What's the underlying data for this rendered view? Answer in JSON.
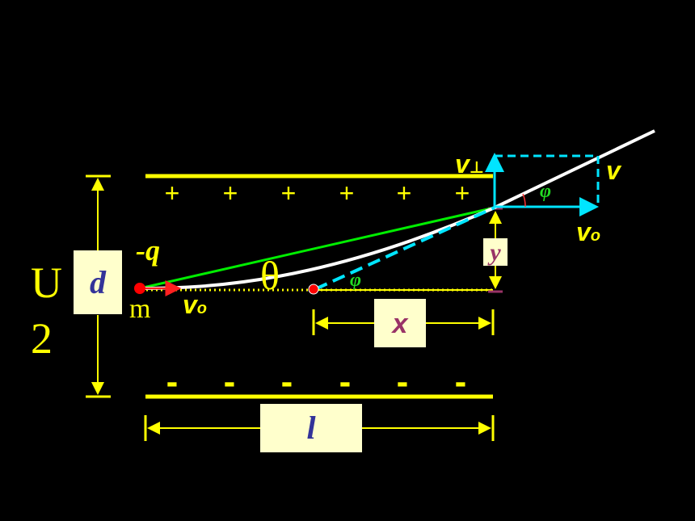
{
  "labels": {
    "plate_charge_top": "+",
    "plate_charge_bottom": "-",
    "voltage": "U",
    "voltage_sub": "2",
    "plate_gap": "d",
    "charge": "-q",
    "mass": "m",
    "initial_velocity": "v",
    "initial_velocity_sub": "o",
    "velocity_perp": "v",
    "velocity_perp_sub": "⊥",
    "velocity": "v",
    "velocity_x": "v",
    "velocity_x_sub": "o",
    "angle_theta": "θ",
    "angle_phi": "φ",
    "deflection_y": "y",
    "distance_x": "x",
    "plate_length": "l"
  },
  "colors": {
    "background": "#000000",
    "plates": "#ffff00",
    "trajectory": "#ffffff",
    "chord_line": "#00ee00",
    "tangent_line": "#00e5ff",
    "velocity_box": "#00e5ff",
    "label_box": "#ffffcc",
    "label_box_text": "#333399",
    "x_label_text": "#993366",
    "angle_phi": "#22dd22",
    "particle": "#ff0000",
    "y_label_text": "#993366"
  }
}
